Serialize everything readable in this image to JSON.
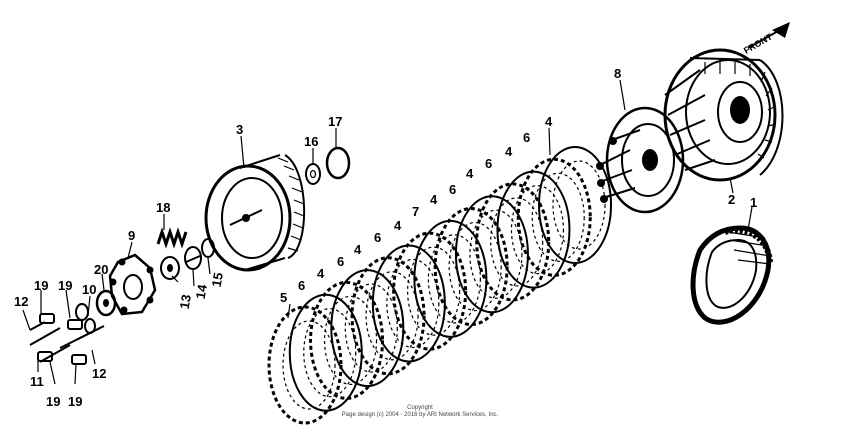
{
  "diagram": {
    "front_marker": "FRONT",
    "copyright_line1": "Copyright",
    "copyright_line2": "Page design (c) 2004 - 2016 by ARI Network Services, Inc.",
    "part_labels": [
      {
        "id": "label-1",
        "text": "1"
      },
      {
        "id": "label-2",
        "text": "2"
      },
      {
        "id": "label-3",
        "text": "3"
      },
      {
        "id": "label-4a",
        "text": "4"
      },
      {
        "id": "label-4b",
        "text": "4"
      },
      {
        "id": "label-4c",
        "text": "4"
      },
      {
        "id": "label-4d",
        "text": "4"
      },
      {
        "id": "label-4e",
        "text": "4"
      },
      {
        "id": "label-4f",
        "text": "4"
      },
      {
        "id": "label-4g",
        "text": "4"
      },
      {
        "id": "label-5",
        "text": "5"
      },
      {
        "id": "label-6a",
        "text": "6"
      },
      {
        "id": "label-6b",
        "text": "6"
      },
      {
        "id": "label-6c",
        "text": "6"
      },
      {
        "id": "label-6d",
        "text": "6"
      },
      {
        "id": "label-6e",
        "text": "6"
      },
      {
        "id": "label-6f",
        "text": "6"
      },
      {
        "id": "label-6g",
        "text": "6"
      },
      {
        "id": "label-7",
        "text": "7"
      },
      {
        "id": "label-8",
        "text": "8"
      },
      {
        "id": "label-9",
        "text": "9"
      },
      {
        "id": "label-10",
        "text": "10"
      },
      {
        "id": "label-11",
        "text": "11"
      },
      {
        "id": "label-12a",
        "text": "12"
      },
      {
        "id": "label-12b",
        "text": "12"
      },
      {
        "id": "label-13",
        "text": "13"
      },
      {
        "id": "label-14",
        "text": "14"
      },
      {
        "id": "label-15",
        "text": "15"
      },
      {
        "id": "label-16",
        "text": "16"
      },
      {
        "id": "label-17",
        "text": "17"
      },
      {
        "id": "label-18",
        "text": "18"
      },
      {
        "id": "label-19a",
        "text": "19"
      },
      {
        "id": "label-19b",
        "text": "19"
      },
      {
        "id": "label-19c",
        "text": "19"
      },
      {
        "id": "label-19d",
        "text": "19"
      },
      {
        "id": "label-20",
        "text": "20"
      }
    ]
  }
}
